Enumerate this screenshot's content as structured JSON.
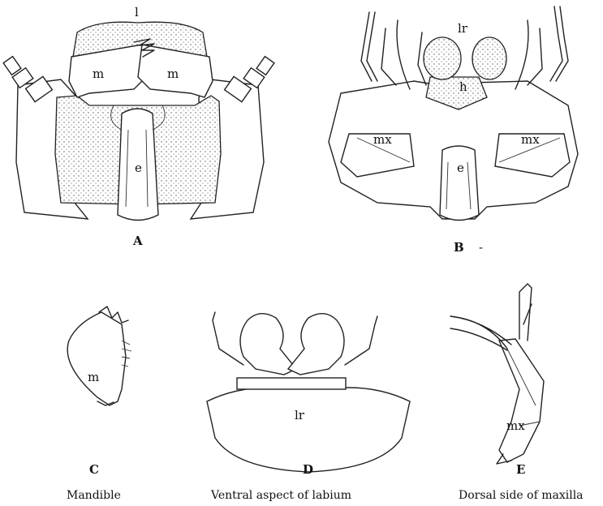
{
  "panels": {
    "A": {
      "letter": "A",
      "labels": {
        "l": "l",
        "m_left": "m",
        "m_right": "m",
        "e": "e"
      }
    },
    "B": {
      "letter": "B",
      "dash": "-",
      "labels": {
        "lr": "lr",
        "h": "h",
        "mx_left": "mx",
        "mx_right": "mx",
        "e": "e"
      }
    },
    "C": {
      "letter": "C",
      "caption": "Mandible",
      "labels": {
        "m": "m"
      }
    },
    "D": {
      "letter": "D",
      "caption": "Ventral aspect of labium",
      "labels": {
        "lr": "lr"
      }
    },
    "E": {
      "letter": "E",
      "caption": "Dorsal side of maxilla",
      "labels": {
        "mx": "mx"
      }
    }
  }
}
